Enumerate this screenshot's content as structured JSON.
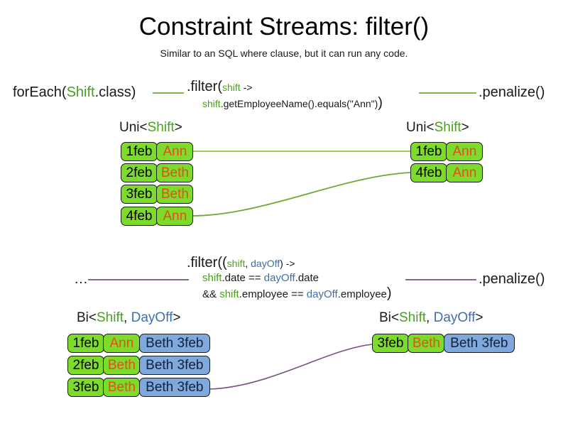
{
  "slide": {
    "title": "Constraint Streams: filter()",
    "subtitle": "Similar to an SQL where clause, but it can run any code."
  },
  "colors": {
    "shift_token": "#4a9e22",
    "dayoff_token": "#3f6fa8",
    "shift_box_fill": "#7ddb2b",
    "dayoff_box_fill": "#7fa8dc",
    "employee_text": "#e0501c",
    "shift_link_line": "#6aab2f",
    "dayoff_link_line": "#7a5080",
    "text": "#1a1a1a"
  },
  "pipeline_uni": {
    "source_prefix": "forEach(",
    "source_type": "Shift",
    "source_suffix": ".class)",
    "filter_line1_prefix": ".filter(",
    "filter_line1_var": "shift",
    "filter_line1_suffix": " ->",
    "filter_line2_var": "shift",
    "filter_line2_rest": ".getEmployeeName().equals(\"Ann\")",
    "filter_close_paren": ")",
    "terminal": ".penalize()"
  },
  "pipeline_bi": {
    "source": "…",
    "filter_line1_prefix": ".filter((",
    "filter_line1_var1": "shift",
    "filter_line1_comma": ", ",
    "filter_line1_var2": "dayOff",
    "filter_line1_suffix": ") ->",
    "filter_line2_var1": "shift",
    "filter_line2_mid": ".date == ",
    "filter_line2_var2": "dayOff",
    "filter_line2_tail": ".date",
    "filter_line3_lead": "&& ",
    "filter_line3_var1": "shift",
    "filter_line3_mid": ".employee == ",
    "filter_line3_var2": "dayOff",
    "filter_line3_tail": ".employee",
    "filter_close_paren": ")",
    "terminal": ".penalize()"
  },
  "stream_types": {
    "uni_left_prefix": "Uni<",
    "uni_left_type": "Shift",
    "uni_left_suffix": ">",
    "uni_right_prefix": "Uni<",
    "uni_right_type": "Shift",
    "uni_right_suffix": ">",
    "bi_left_prefix": "Bi<",
    "bi_left_type1": "Shift",
    "bi_left_comma": ", ",
    "bi_left_type2": "DayOff",
    "bi_left_suffix": ">",
    "bi_right_prefix": "Bi<",
    "bi_right_type1": "Shift",
    "bi_right_comma": ", ",
    "bi_right_type2": "DayOff",
    "bi_right_suffix": ">"
  },
  "uni_left_tuples": [
    {
      "date": "1feb",
      "employee": "Ann"
    },
    {
      "date": "2feb",
      "employee": "Beth"
    },
    {
      "date": "3feb",
      "employee": "Beth"
    },
    {
      "date": "4feb",
      "employee": "Ann"
    }
  ],
  "uni_right_tuples": [
    {
      "date": "1feb",
      "employee": "Ann"
    },
    {
      "date": "4feb",
      "employee": "Ann"
    }
  ],
  "bi_left_tuples": [
    {
      "date": "1feb",
      "employee": "Ann",
      "dayoff": "Beth 3feb"
    },
    {
      "date": "2feb",
      "employee": "Beth",
      "dayoff": "Beth 3feb"
    },
    {
      "date": "3feb",
      "employee": "Beth",
      "dayoff": "Beth 3feb"
    }
  ],
  "bi_right_tuples": [
    {
      "date": "3feb",
      "employee": "Beth",
      "dayoff": "Beth 3feb"
    }
  ]
}
